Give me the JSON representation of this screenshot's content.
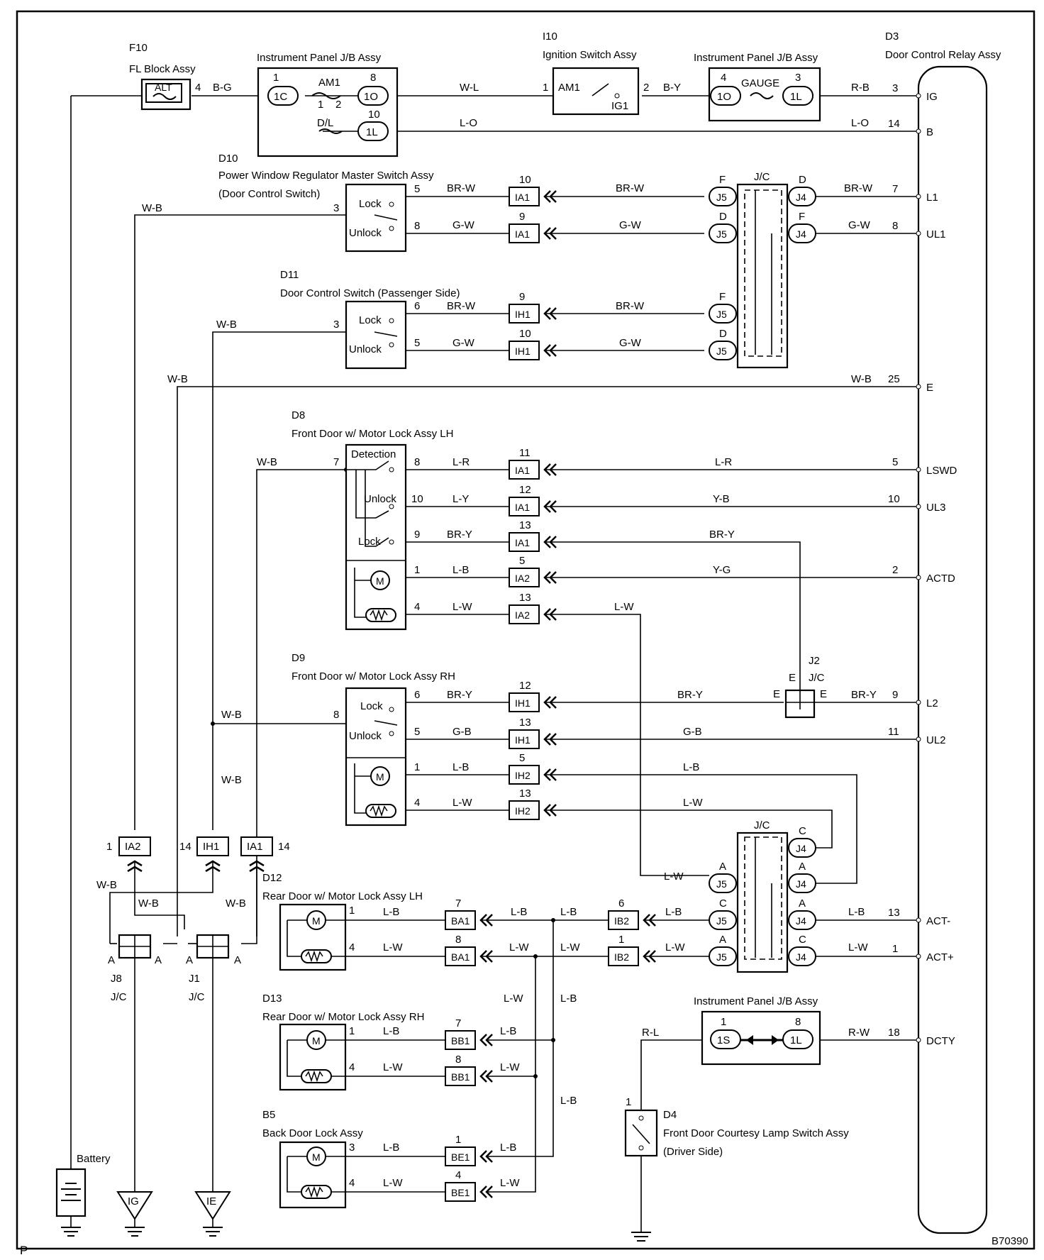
{
  "diagram": {
    "corner_left": "P",
    "corner_right": "B70390"
  },
  "components": {
    "f10": {
      "code": "F10",
      "name": "FL Block Assy",
      "fuse": "ALT",
      "pin": "4"
    },
    "ipjb_top": {
      "name": "Instrument Panel J/B Assy",
      "fuse1": "AM1",
      "fuse2": "D/L",
      "c1": "1C",
      "c1pin": "1",
      "c2": "1O",
      "c2pin": "8",
      "c3": "1L",
      "c3pin": "10",
      "p1": "1",
      "p2": "2"
    },
    "i10": {
      "code": "I10",
      "name": "Ignition Switch Assy",
      "t1": "AM1",
      "t2": "IG1",
      "pin1": "1",
      "pin2": "2"
    },
    "ipjb_gauge": {
      "name": "Instrument Panel J/B Assy",
      "fuse": "GAUGE",
      "c1": "1O",
      "c1pin": "4",
      "c2": "1L",
      "c2pin": "3"
    },
    "d3": {
      "code": "D3",
      "name": "Door Control Relay Assy"
    },
    "d10": {
      "code": "D10",
      "name": "Power Window Regulator Master Switch Assy",
      "sub": "(Door Control Switch)",
      "lock": "Lock",
      "unlock": "Unlock",
      "pin_gnd": "3",
      "pin_lock": "5",
      "pin_unlock": "8"
    },
    "d11": {
      "code": "D11",
      "name": "Door Control Switch (Passenger Side)",
      "lock": "Lock",
      "unlock": "Unlock",
      "pin_gnd": "3",
      "pin_lock": "6",
      "pin_unlock": "5"
    },
    "d8": {
      "code": "D8",
      "name": "Front Door w/ Motor Lock Assy LH",
      "detection": "Detection",
      "unlock": "Unlock",
      "lock": "Lock",
      "pin_gnd": "7",
      "p8": "8",
      "p10": "10",
      "p9": "9",
      "p1": "1",
      "p4": "4"
    },
    "d9": {
      "code": "D9",
      "name": "Front Door w/ Motor Lock Assy RH",
      "lock": "Lock",
      "unlock": "Unlock",
      "pin_gnd": "8",
      "p6": "6",
      "p5": "5",
      "p1": "1",
      "p4": "4"
    },
    "d12": {
      "code": "D12",
      "name": "Rear Door w/ Motor Lock Assy LH",
      "p1": "1",
      "p4": "4"
    },
    "d13": {
      "code": "D13",
      "name": "Rear Door w/ Motor Lock Assy RH",
      "p1": "1",
      "p4": "4"
    },
    "b5": {
      "code": "B5",
      "name": "Back Door Lock Assy",
      "p3": "3",
      "p4": "4"
    },
    "ipjb_bottom": {
      "name": "Instrument Panel J/B Assy",
      "c1": "1S",
      "c1pin": "1",
      "c2": "1L",
      "c2pin": "8"
    },
    "d4": {
      "code": "D4",
      "name": "Front Door Courtesy Lamp Switch Assy",
      "sub": "(Driver Side)",
      "pin": "1"
    },
    "battery": {
      "name": "Battery"
    },
    "grounds": {
      "ig": "IG",
      "ie": "IE"
    },
    "j8": {
      "code": "J8",
      "jc": "J/C",
      "a1": "A",
      "a2": "A"
    },
    "j1": {
      "code": "J1",
      "jc": "J/C",
      "a1": "A",
      "a2": "A"
    },
    "j2": {
      "code": "J2",
      "jc": "J/C",
      "e_top": "E",
      "e_left": "E",
      "e_right": "E"
    },
    "jc_upper": {
      "label": "J/C"
    },
    "jc_lower": {
      "label": "J/C"
    },
    "bottom_connectors": {
      "ia2": "IA2",
      "ia2pin": "1",
      "ih1": "IH1",
      "ih1pin": "14",
      "ia1": "IA1",
      "ia1pin": "14"
    }
  },
  "relay_pins": [
    {
      "pin": "3",
      "name": "IG"
    },
    {
      "pin": "14",
      "name": "B"
    },
    {
      "pin": "7",
      "name": "L1"
    },
    {
      "pin": "8",
      "name": "UL1"
    },
    {
      "pin": "25",
      "name": "E"
    },
    {
      "pin": "5",
      "name": "LSWD"
    },
    {
      "pin": "10",
      "name": "UL3"
    },
    {
      "pin": "2",
      "name": "ACTD"
    },
    {
      "pin": "9",
      "name": "L2"
    },
    {
      "pin": "11",
      "name": "UL2"
    },
    {
      "pin": "13",
      "name": "ACT-"
    },
    {
      "pin": "1",
      "name": "ACT+"
    },
    {
      "pin": "18",
      "name": "DCTY"
    }
  ],
  "wires": {
    "bg": "B-G",
    "wl": "W-L",
    "by": "B-Y",
    "rb_top": "R-B",
    "lo1": "L-O",
    "lo2": "L-O",
    "d10_brw_l": "BR-W",
    "d10_brw_m": "BR-W",
    "d10_brw_r": "BR-W",
    "d10_gw_l": "G-W",
    "d10_gw_m": "G-W",
    "d10_gw_r": "G-W",
    "d11_brw_l": "BR-W",
    "d11_brw_m": "BR-W",
    "d11_gw_l": "G-W",
    "d11_gw_m": "G-W",
    "wb_d10": "W-B",
    "wb_d11": "W-B",
    "wb_e_l": "W-B",
    "wb_e_r": "W-B",
    "wb_d8": "W-B",
    "d8_lr_l": "L-R",
    "d8_lr_r": "L-R",
    "d8_ly": "L-Y",
    "d8_yb": "Y-B",
    "d8_bry_l": "BR-Y",
    "d8_bry_r": "BR-Y",
    "d8_lb": "L-B",
    "d8_yg": "Y-G",
    "d8_lw_l": "L-W",
    "d8_lw_r": "L-W",
    "d9_bry_l": "BR-Y",
    "d9_bry_m": "BR-Y",
    "d9_bry_r": "BR-Y",
    "d9_gb_l": "G-B",
    "d9_gb_m": "G-B",
    "d9_lb_l": "L-B",
    "d9_lb_r": "L-B",
    "d9_lw_l": "L-W",
    "d9_lw_r": "L-W",
    "wb_d9": "W-B",
    "wb_mid": "W-B",
    "wb_b1": "W-B",
    "wb_b2": "W-B",
    "wb_b3": "W-B",
    "jc_lw": "L-W",
    "d12_lb_l": "L-B",
    "d12_lb_m": "L-B",
    "d12_lb_r": "L-B",
    "d12_lb_rr": "L-B",
    "d12_lb_far": "L-B",
    "d12_lw_l": "L-W",
    "d12_lw_m": "L-W",
    "d12_lw_r": "L-W",
    "d12_lw_rr": "L-W",
    "d12_lw_far": "L-W",
    "d13_lb_l": "L-B",
    "d13_lb_r": "L-B",
    "d13_lw_l": "L-W",
    "d13_lw_r": "L-W",
    "vert_lw": "L-W",
    "vert_lb": "L-B",
    "vert_lb2": "L-B",
    "b5_lb_l": "L-B",
    "b5_lb_r": "L-B",
    "b5_lw_l": "L-W",
    "b5_lw_r": "L-W",
    "rl": "R-L",
    "rw": "R-W"
  },
  "inline_connectors": {
    "d10_a": {
      "code": "IA1",
      "pin": "10"
    },
    "d10_b": {
      "code": "IA1",
      "pin": "9"
    },
    "d11_a": {
      "code": "IH1",
      "pin": "9"
    },
    "d11_b": {
      "code": "IH1",
      "pin": "10"
    },
    "d8_a": {
      "code": "IA1",
      "pin": "11"
    },
    "d8_b": {
      "code": "IA1",
      "pin": "12"
    },
    "d8_c": {
      "code": "IA1",
      "pin": "13"
    },
    "d8_d": {
      "code": "IA2",
      "pin": "5"
    },
    "d8_e": {
      "code": "IA2",
      "pin": "13"
    },
    "d9_a": {
      "code": "IH1",
      "pin": "12"
    },
    "d9_b": {
      "code": "IH1",
      "pin": "13"
    },
    "d9_c": {
      "code": "IH2",
      "pin": "5"
    },
    "d9_d": {
      "code": "IH2",
      "pin": "13"
    },
    "ib2_a": {
      "code": "IB2",
      "pin": "6"
    },
    "ib2_b": {
      "code": "IB2",
      "pin": "1"
    },
    "ba1_a": {
      "code": "BA1",
      "pin": "7"
    },
    "ba1_b": {
      "code": "BA1",
      "pin": "8"
    },
    "bb1_a": {
      "code": "BB1",
      "pin": "7"
    },
    "bb1_b": {
      "code": "BB1",
      "pin": "8"
    },
    "be1_a": {
      "code": "BE1",
      "pin": "1"
    },
    "be1_b": {
      "code": "BE1",
      "pin": "4"
    }
  },
  "jc_connectors": {
    "u1": {
      "code": "J5",
      "pin": "F"
    },
    "u2": {
      "code": "J5",
      "pin": "D"
    },
    "u3": {
      "code": "J5",
      "pin": "F"
    },
    "u4": {
      "code": "J5",
      "pin": "D"
    },
    "u5": {
      "code": "J4",
      "pin": "D"
    },
    "u6": {
      "code": "J4",
      "pin": "F"
    },
    "l1": {
      "code": "J4",
      "pin": "C"
    },
    "l2": {
      "code": "J5",
      "pin": "A"
    },
    "l3": {
      "code": "J4",
      "pin": "A"
    },
    "l4": {
      "code": "J5",
      "pin": "C"
    },
    "l5": {
      "code": "J4",
      "pin": "A"
    },
    "l6": {
      "code": "J5",
      "pin": "A"
    },
    "l7": {
      "code": "J4",
      "pin": "C"
    }
  }
}
